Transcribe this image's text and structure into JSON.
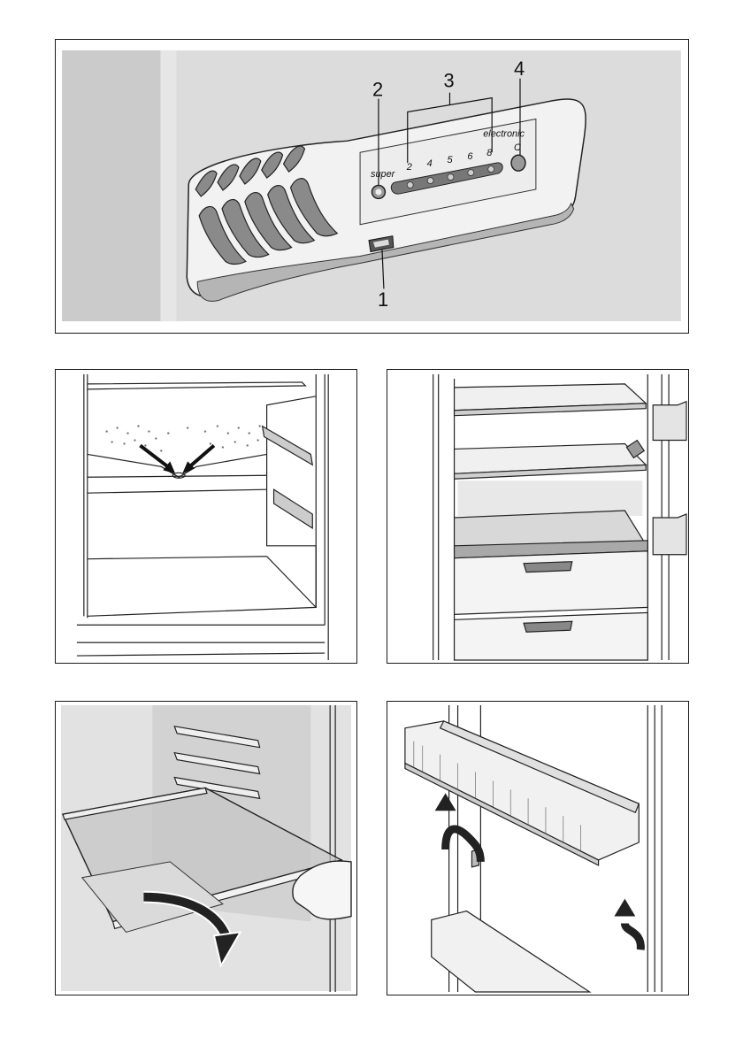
{
  "control_panel": {
    "callouts": {
      "c1": "1",
      "c2": "2",
      "c3": "3",
      "c4": "4"
    },
    "super_label": "super",
    "brand_label": "electronic",
    "c_label": "C",
    "scale": [
      "2",
      "4",
      "5",
      "6",
      "8"
    ]
  },
  "colors": {
    "frame": "#1a1a1a",
    "panel_bg": "#dcdcdc",
    "wall": "#c9c9c9",
    "shadow": "#a8a8a8"
  }
}
